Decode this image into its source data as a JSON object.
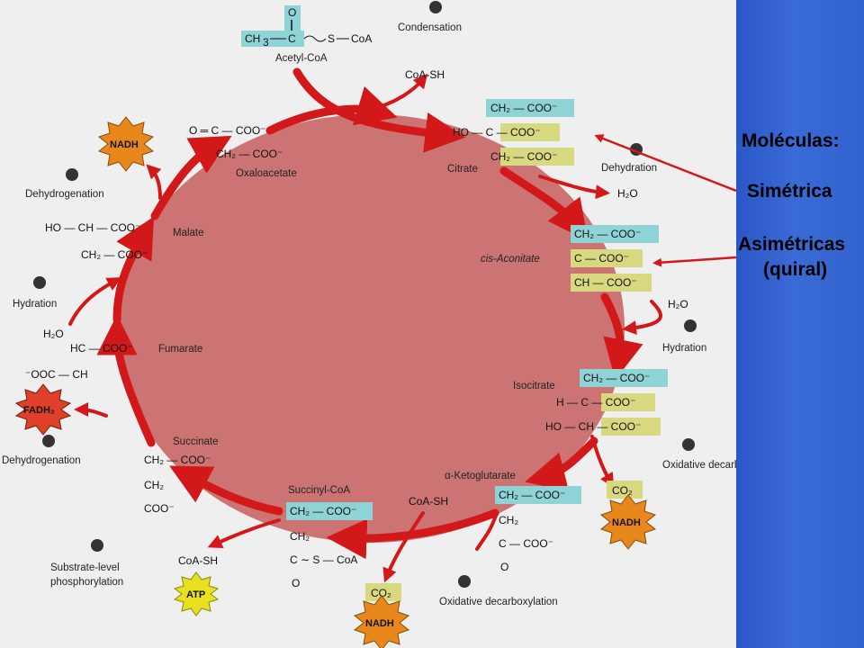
{
  "diagram": {
    "steps": {
      "s1": "Condensation",
      "s2a": "Dehydration",
      "s2b": "Hydration",
      "s3": "Oxidative decarboxylation",
      "s4": "Oxidative decarboxylation",
      "s5a": "Substrate-level",
      "s5b": "phosphorylation",
      "s6": "Dehydrogenation",
      "s7": "Hydration",
      "s8": "Dehydrogenation"
    },
    "compounds": {
      "acetyl": "Acetyl-CoA",
      "citrate": "Citrate",
      "cisaconitate": "cis-Aconitate",
      "isocitrate": "Isocitrate",
      "ketoglutarate": "α-Ketoglutarate",
      "succinylcoa": "Succinyl-CoA",
      "succinate": "Succinate",
      "fumarate": "Fumarate",
      "malate": "Malate",
      "oxaloacetate": "Oxaloacetate"
    },
    "cofactors": {
      "coash": "CoA-SH",
      "h2o": "H₂O",
      "co2": "CO₂",
      "nadh": "NADH",
      "fadh2": "FADH₂",
      "atp": "ATP"
    }
  },
  "sidebar": {
    "title": "Moléculas:",
    "item1": "Simétrica",
    "item2": "Asimétricas",
    "item3": "(quiral)"
  },
  "colors": {
    "cycle_fill": "#cc7474",
    "arrow": "#d21818",
    "cyan_box": "#8fd3d6",
    "yellow_box": "#d8d880",
    "nadh_star": "#e8881c",
    "fadh_star": "#e0402a",
    "atp_star": "#e8e020",
    "panel_blue": "#2f5fcc"
  }
}
